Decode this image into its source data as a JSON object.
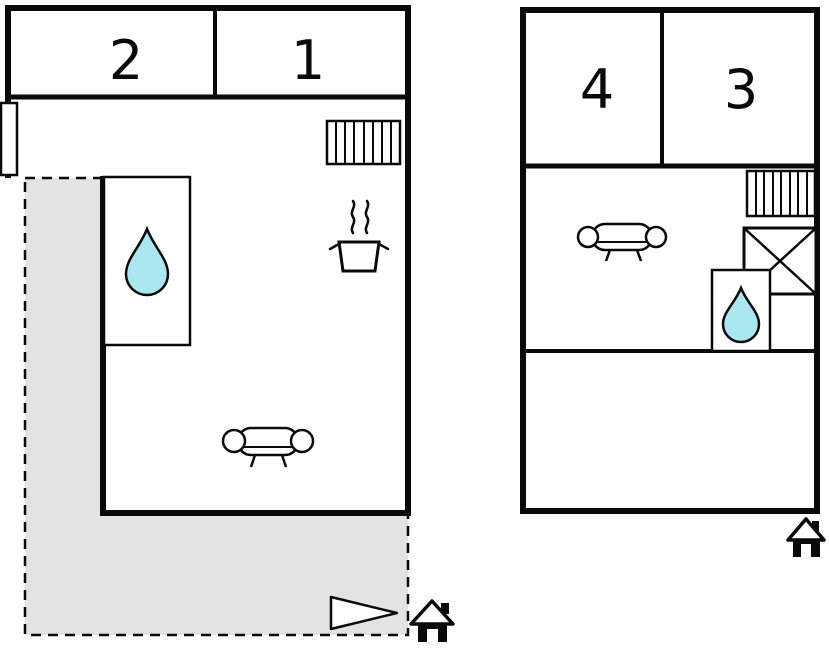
{
  "page": {
    "background": "#ffffff",
    "ink": "#0a0a0a"
  },
  "colors": {
    "wall": "#0a0a0a",
    "terrace_fill": "#e3e3e3",
    "water": "#abe7f0"
  },
  "left_plan": {
    "rooms": [
      {
        "label": "2"
      },
      {
        "label": "1"
      }
    ],
    "icons": [
      "window",
      "radiator",
      "kitchen-sink-water-drop",
      "stove-with-steam",
      "sofa",
      "terrace-dashed-outline",
      "direction-arrow",
      "entrance-house-marker"
    ]
  },
  "right_plan": {
    "rooms": [
      {
        "label": "4"
      },
      {
        "label": "3"
      }
    ],
    "icons": [
      "radiator",
      "sofa",
      "shower",
      "sink-water-drop",
      "entrance-house-marker"
    ]
  }
}
